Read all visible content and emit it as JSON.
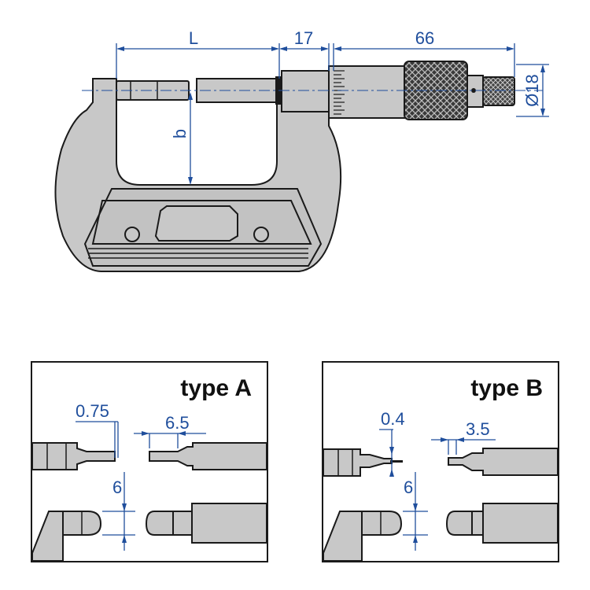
{
  "main_drawing": {
    "dimensions": {
      "L": "L",
      "seventeen": "17",
      "sixtysix": "66",
      "diameter": "Ø18",
      "b": "b"
    }
  },
  "detail_a": {
    "title": "type A",
    "dim_tip": "0.75",
    "dim_flat": "6.5",
    "dim_height": "6"
  },
  "detail_b": {
    "title": "type B",
    "dim_tip": "0.4",
    "dim_flat": "3.5",
    "dim_height": "6"
  },
  "colors": {
    "dimension": "#1f4e9c",
    "body": "#c8c8c8",
    "outline": "#1a1a1a"
  }
}
